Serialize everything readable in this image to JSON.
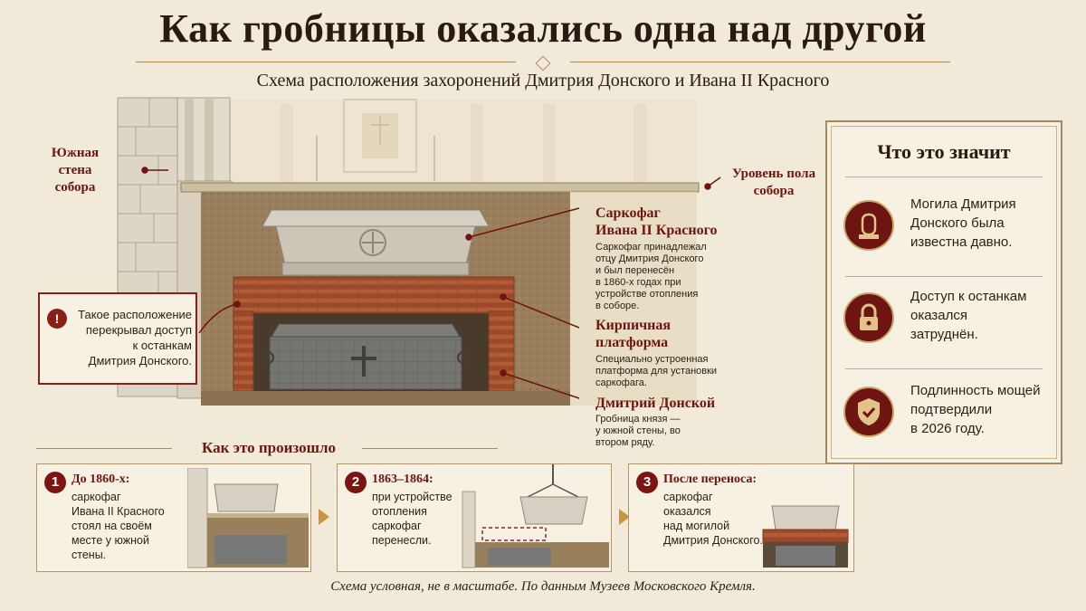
{
  "title": "Как гробницы оказались одна над другой",
  "subtitle": "Схема расположения захоронений Дмитрия Донского и Ивана II Красного",
  "labels": {
    "south_wall": "Южная\nстена\nсобора",
    "floor_level": "Уровень пола\nсобора",
    "ivan_title": "Саркофаг\nИвана II Красного",
    "ivan_text": "Саркофаг принадлежал\nотцу Дмитрия Донского\nи был перенесён\nв 1860-х годах при\nустройстве отопления\nв соборе.",
    "brick_title": "Кирпичная\nплатформа",
    "brick_text": "Специально устроенная\nплатформа для установки\nсаркофага.",
    "dmitry_title": "Дмитрий Донской",
    "dmitry_text": "Гробница князя —\nу южной стены, во\nвтором ряду.",
    "warning": "Такое расположение\nперекрывал доступ\nк останкам\nДмитрия Донского."
  },
  "panel": {
    "title": "Что это значит",
    "items": [
      {
        "icon": "tomb-icon",
        "text": "Могила Дмитрия\nДонского была\nизвестна давно."
      },
      {
        "icon": "lock-icon",
        "text": "Доступ к останкам\nоказался\nзатруднён."
      },
      {
        "icon": "shield-check-icon",
        "text": "Подлинность мощей\nподтвердили\nв 2026 году."
      }
    ]
  },
  "how": {
    "title": "Как это произошло",
    "steps": [
      {
        "num": "1",
        "head": "До 1860-х:",
        "text": "саркофаг\nИвана II Красного\nстоял на своём\nместе у южной\nстены."
      },
      {
        "num": "2",
        "head": "1863–1864:",
        "text": "при устройстве\nотопления\nсаркофаг\nперенесли."
      },
      {
        "num": "3",
        "head": "После переноса:",
        "text": "саркофаг\nоказался\nнад могилой\nДмитрия Донского."
      }
    ]
  },
  "footer": "Схема условная, не в масштабе. По данным Музеев Московского Кремля.",
  "colors": {
    "accent": "#6e1411",
    "paper": "#f2ead8",
    "gold": "#b08a5a"
  }
}
